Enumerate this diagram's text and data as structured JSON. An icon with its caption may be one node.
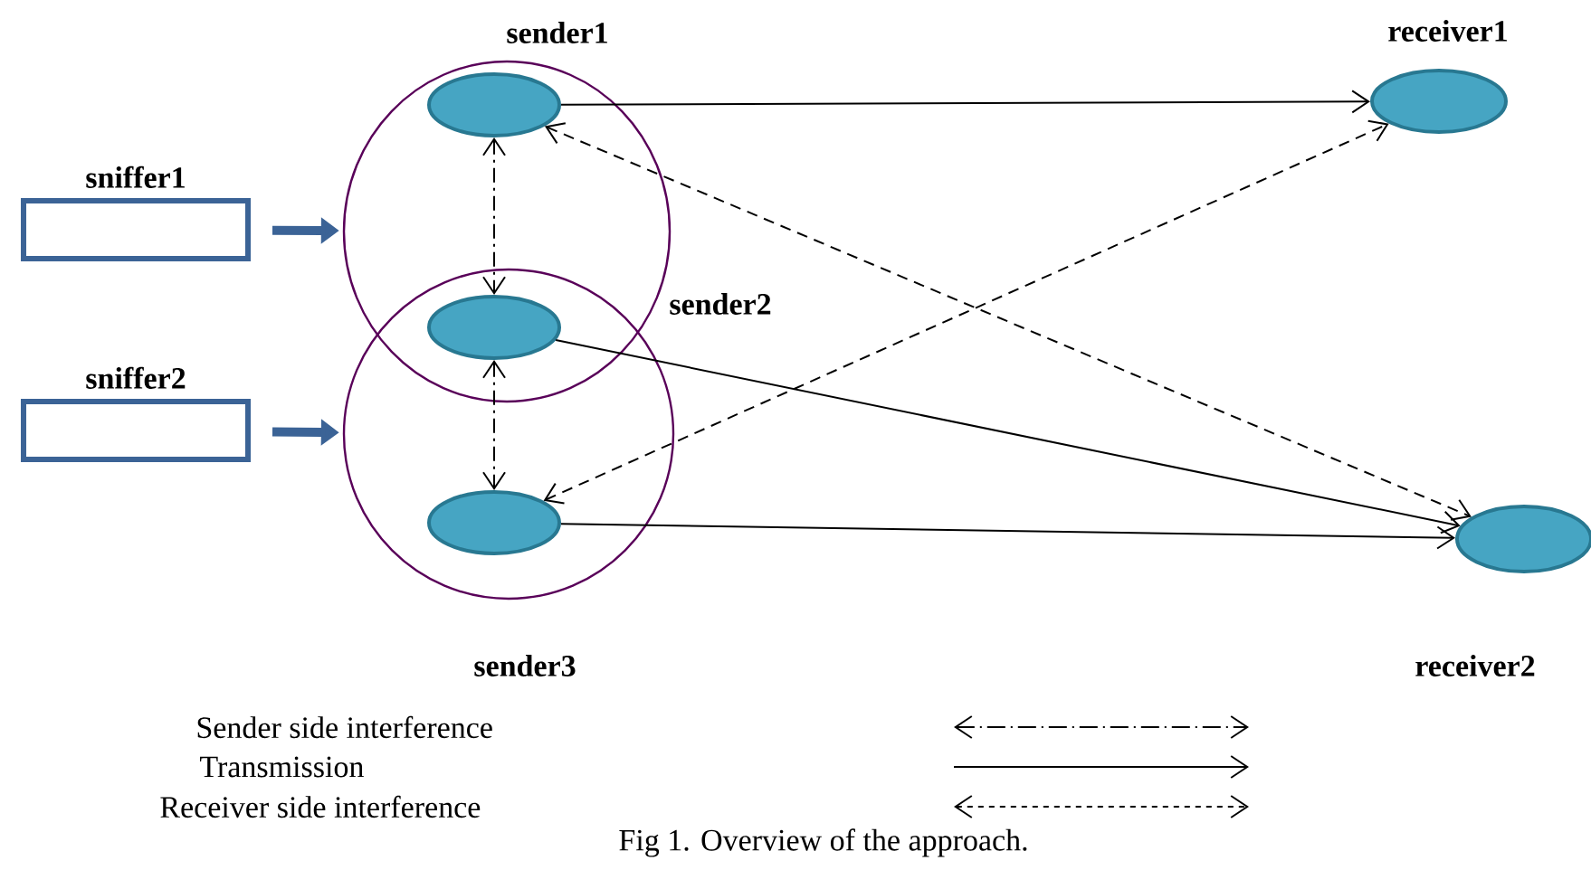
{
  "diagram": {
    "caption": "Fig 1.  Overview of the approach.",
    "nodes": [
      {
        "text": [],
        "shape": "ellipse"
      },
      {
        "text": [],
        "shape": "ellipse"
      },
      {
        "text": [
          "sniffer1"
        ]
      },
      {
        "text": [
          "sniffer2"
        ]
      },
      {
        "text": [],
        "shape": "ellipse",
        "beside": [
          "sender1"
        ],
        "in": 0
      },
      {
        "text": [],
        "shape": "ellipse",
        "beside": [
          "sender2"
        ]
      },
      {
        "text": [],
        "shape": "ellipse",
        "beside": [
          "sender3"
        ],
        "in": 1
      },
      {
        "text": [],
        "shape": "ellipse",
        "beside": [
          "receiver1"
        ]
      },
      {
        "text": [],
        "shape": "ellipse",
        "beside": [
          "receiver2"
        ]
      }
    ],
    "edges": [
      {
        "from": 2,
        "to": 0,
        "arrow": "to",
        "style": "thick",
        "color": "#3b6396"
      },
      {
        "from": 3,
        "to": 1,
        "arrow": "to",
        "style": "thick",
        "color": "#3b6396"
      },
      {
        "from": 4,
        "to": 5,
        "arrow": "both",
        "style": "dashed"
      },
      {
        "from": 5,
        "to": 6,
        "arrow": "both",
        "style": "dashed"
      },
      {
        "from": 4,
        "to": 7,
        "arrow": "to"
      },
      {
        "from": 5,
        "to": 8,
        "arrow": "to"
      },
      {
        "from": 6,
        "to": 8,
        "arrow": "to"
      },
      {
        "from": 4,
        "to": 8,
        "arrow": "both",
        "style": "dashed"
      },
      {
        "from": 6,
        "to": 7,
        "arrow": "both",
        "style": "dashed"
      }
    ],
    "legend": [
      {
        "text": "Sender side interference"
      },
      {
        "text": "Transmission"
      },
      {
        "text": "Receiver side interference"
      }
    ]
  }
}
